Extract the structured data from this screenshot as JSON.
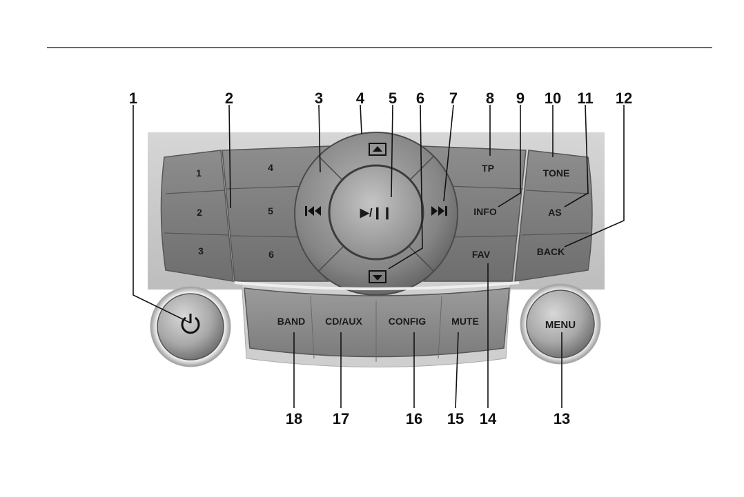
{
  "buttons": {
    "preset_1": "1",
    "preset_2": "2",
    "preset_3": "3",
    "preset_4": "4",
    "preset_5": "5",
    "preset_6": "6",
    "tp": "TP",
    "info": "INFO",
    "fav": "FAV",
    "tone": "TONE",
    "as": "AS",
    "back": "BACK",
    "band": "BAND",
    "cd_aux": "CD/AUX",
    "config": "CONFIG",
    "mute": "MUTE",
    "menu": "MENU",
    "play_pause": "▶/❙❙"
  },
  "callouts": {
    "c1": "1",
    "c2": "2",
    "c3": "3",
    "c4": "4",
    "c5": "5",
    "c6": "6",
    "c7": "7",
    "c8": "8",
    "c9": "9",
    "c10": "10",
    "c11": "11",
    "c12": "12",
    "c13": "13",
    "c14": "14",
    "c15": "15",
    "c16": "16",
    "c17": "17",
    "c18": "18"
  },
  "icons": {
    "power": "power-icon",
    "seek_back": "seek-back-icon",
    "seek_forward": "seek-forward-icon",
    "folder_up": "folder-up-icon",
    "folder_down": "folder-down-icon"
  }
}
